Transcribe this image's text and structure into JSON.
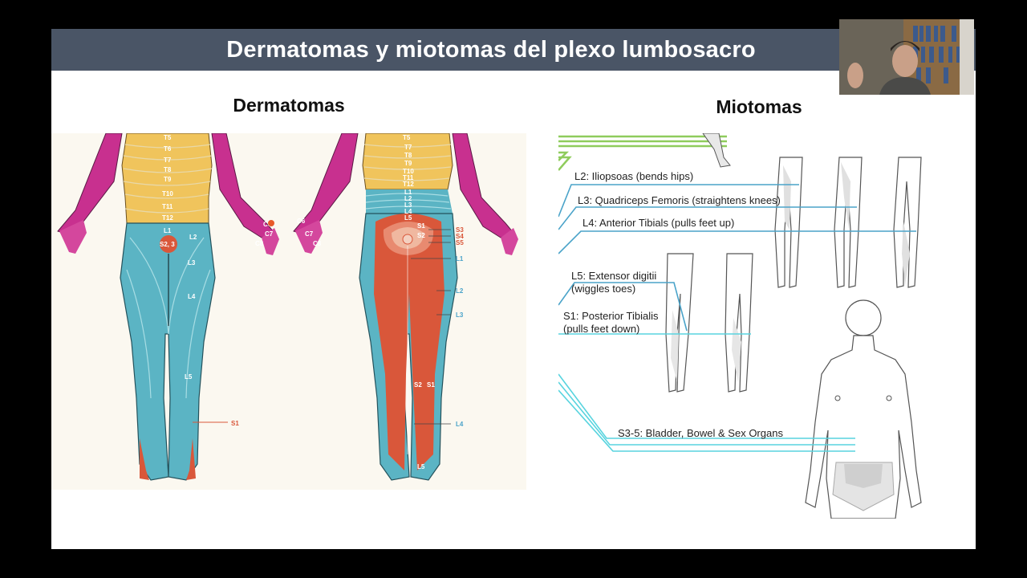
{
  "slide": {
    "title": "Dermatomas y miotomas del plexo lumbosacro"
  },
  "dermatomes": {
    "heading": "Dermatomas",
    "front_labels": [
      "T5",
      "T6",
      "T7",
      "T8",
      "T9",
      "T10",
      "T11",
      "T12",
      "L1",
      "S2, 3",
      "L2",
      "L3",
      "L4",
      "L5",
      "S1",
      "C6",
      "C7",
      "C8"
    ],
    "back_labels": [
      "T5",
      "T7",
      "T8",
      "T9",
      "T10",
      "T11",
      "T12",
      "L1",
      "L2",
      "L3",
      "L4",
      "L5",
      "S1",
      "S2",
      "S3",
      "S4",
      "S5",
      "L1",
      "L2",
      "L3",
      "S2",
      "S1",
      "L4",
      "L5",
      "C6",
      "C7",
      "C8"
    ]
  },
  "myotomes": {
    "heading": "Miotomas",
    "items": [
      {
        "line1": "L2: Iliopsoas (bends hips)"
      },
      {
        "line1": "L3: Quadriceps Femoris (straightens knees)"
      },
      {
        "line1": "L4: Anterior Tibials (pulls feet up)"
      },
      {
        "line1": "L5: Extensor digitii",
        "line2": "(wiggles toes)"
      },
      {
        "line1": "S1: Posterior Tibialis",
        "line2": "(pulls feet down)"
      },
      {
        "line1": "S3-5: Bladder, Bowel & Sex Organs"
      }
    ]
  },
  "colors": {
    "title_bar": "#4a5566",
    "thoracic": "#f0c45c",
    "lumbar": "#5bb4c4",
    "sacral": "#d9573a",
    "cervical": "#c8308f",
    "l2_line": "#4aa3c9",
    "s1_line": "#59d4df",
    "green_line": "#8fcc5c"
  },
  "webcam": {
    "icon": "person-video-icon"
  }
}
